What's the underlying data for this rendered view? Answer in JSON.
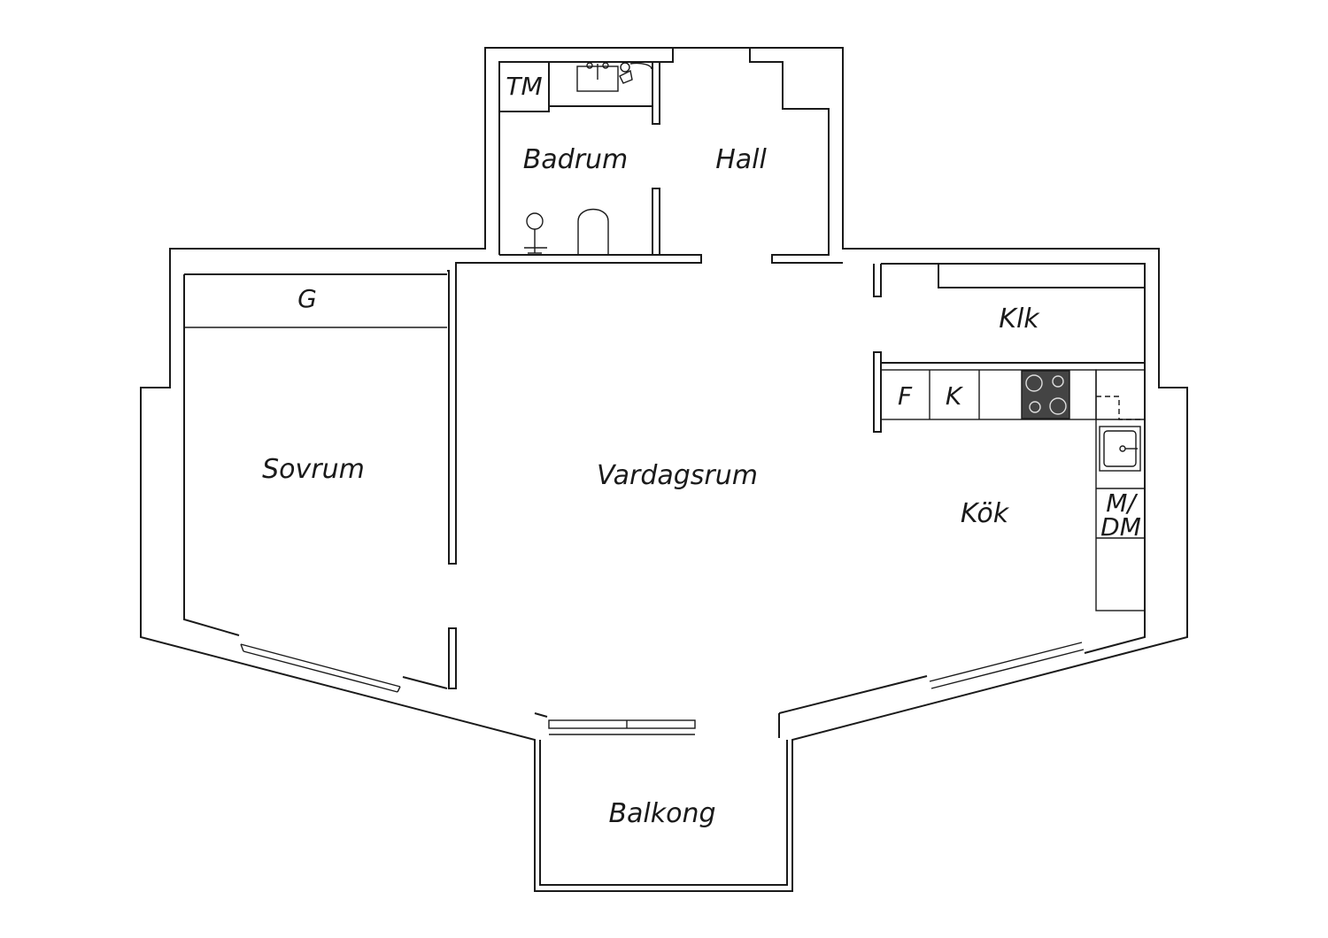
{
  "rooms": {
    "badrum": "Badrum",
    "hall": "Hall",
    "sovrum": "Sovrum",
    "vardagsrum": "Vardagsrum",
    "kok": "Kök",
    "klk": "Klk",
    "balkong": "Balkong"
  },
  "fixtures": {
    "tm": "TM",
    "g": "G",
    "f": "F",
    "k": "K",
    "mdm_line1": "M/",
    "mdm_line2": "DM"
  },
  "icons": {
    "stove": "stove-icon",
    "sink": "sink-icon",
    "toilet": "toilet-icon",
    "shower": "shower-icon",
    "washbasin": "washbasin-icon",
    "window": "window-icon"
  },
  "colors": {
    "line": "#1a1a1a",
    "stove": "#444444",
    "background": "#ffffff"
  }
}
